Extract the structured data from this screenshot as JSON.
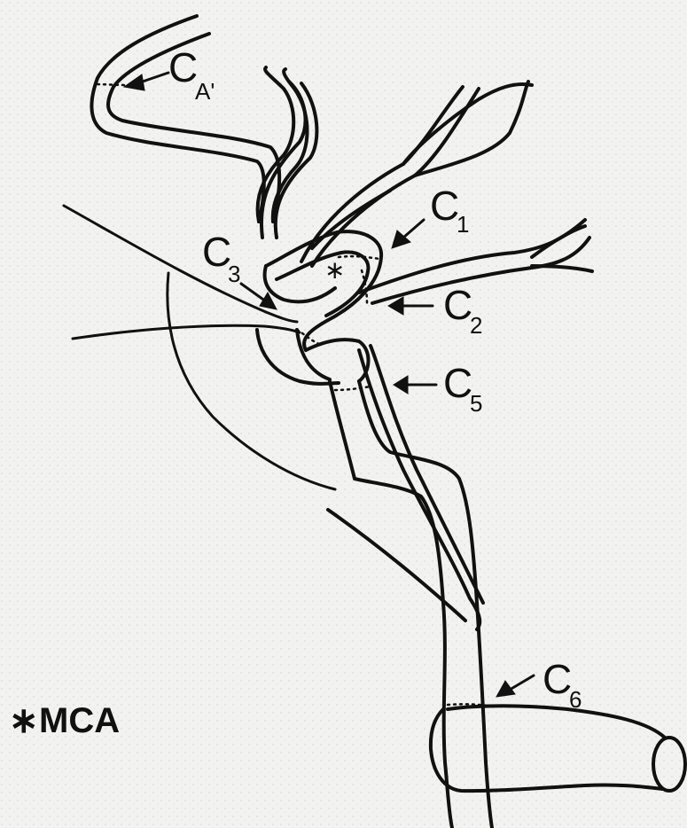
{
  "labels": {
    "ca": {
      "main": "C",
      "sub": "A'"
    },
    "c1": {
      "main": "C",
      "sub": "1"
    },
    "c2": {
      "main": "C",
      "sub": "2"
    },
    "c3": {
      "main": "C",
      "sub": "3"
    },
    "c5": {
      "main": "C",
      "sub": "5"
    },
    "c6": {
      "main": "C",
      "sub": "6"
    }
  },
  "legend": {
    "symbol": "∗",
    "text": "MCA"
  },
  "colors": {
    "ink": "#111111",
    "paper": "#f2f2f0"
  }
}
